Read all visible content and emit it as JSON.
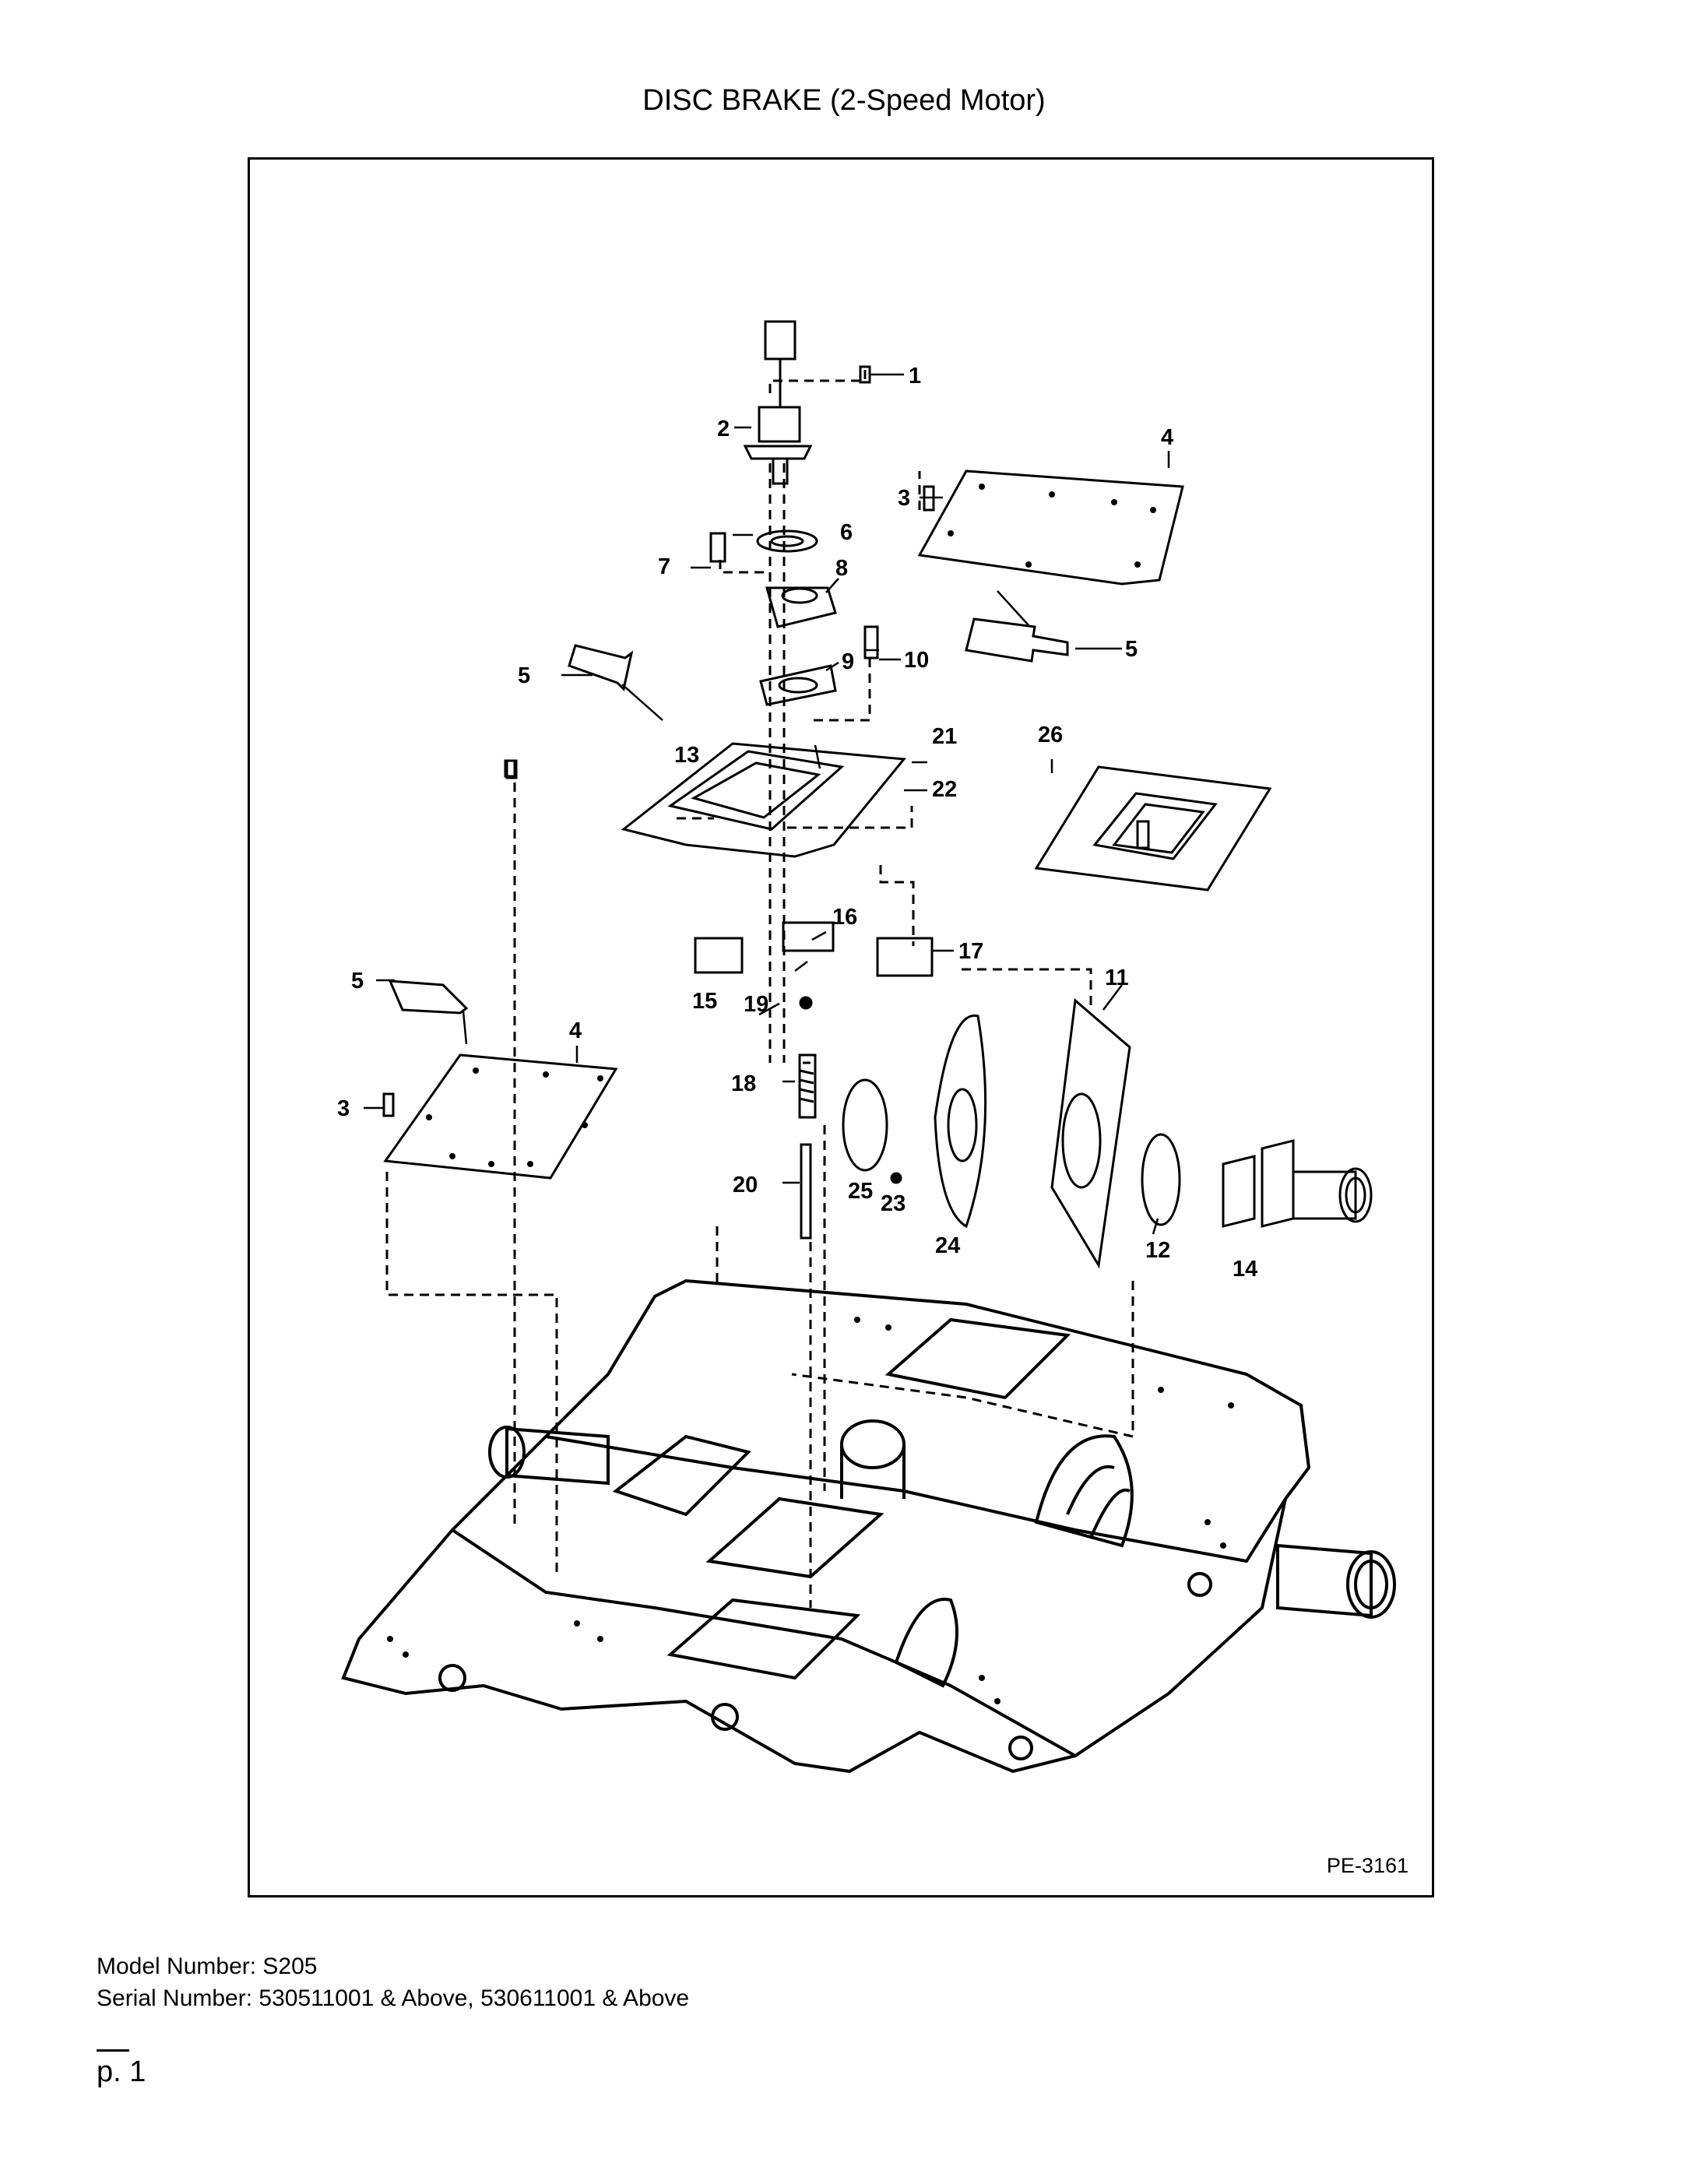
{
  "title": "DISC BRAKE (2-Speed Motor)",
  "figure_code": "PE-3161",
  "callouts": [
    "1",
    "2",
    "3",
    "4",
    "5",
    "6",
    "7",
    "8",
    "9",
    "10",
    "11",
    "12",
    "13",
    "14",
    "15",
    "16",
    "17",
    "18",
    "19",
    "20",
    "21",
    "22",
    "23",
    "24",
    "25",
    "26"
  ],
  "footer": {
    "model": "Model Number: S205",
    "serial": "Serial Number: 530511001 & Above, 530611001 & Above"
  },
  "page": "p. 1"
}
